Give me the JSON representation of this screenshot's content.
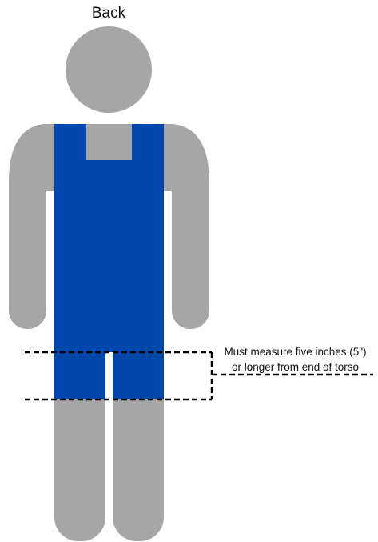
{
  "diagram": {
    "view_label": "Back",
    "note_lines": [
      "Must measure five inches (5\")",
      "or longer from end of torso"
    ]
  },
  "colors": {
    "body": "#a6a6a6",
    "garment": "#0047ab",
    "guide_line": "#000000",
    "background": "#ffffff"
  }
}
